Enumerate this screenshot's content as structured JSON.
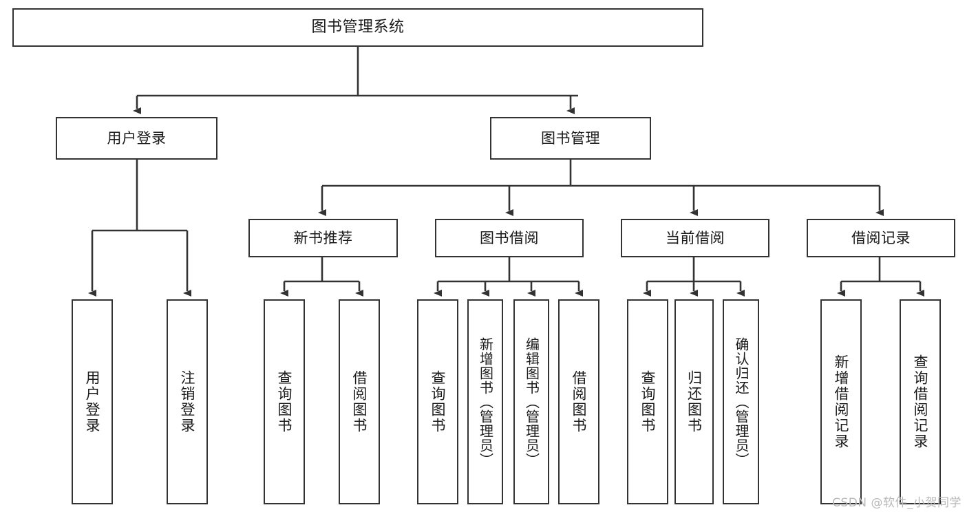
{
  "diagram": {
    "type": "tree",
    "title": "图书管理系统",
    "watermark": "CSDN @软件_小贺同学",
    "colors": {
      "stroke": "#333333",
      "fill": "#ffffff",
      "text": "#1a1a1a",
      "watermark": "#b9b9b9"
    },
    "nodes": {
      "root": {
        "label": "图书管理系统"
      },
      "level2": [
        {
          "id": "user-login",
          "label": "用户登录"
        },
        {
          "id": "book-manage",
          "label": "图书管理"
        }
      ],
      "level3": [
        {
          "id": "new-book-rec",
          "label": "新书推荐"
        },
        {
          "id": "book-borrow",
          "label": "图书借阅"
        },
        {
          "id": "current-borrow",
          "label": "当前借阅"
        },
        {
          "id": "borrow-record",
          "label": "借阅记录"
        }
      ],
      "leaves": {
        "user_login": [
          {
            "id": "leaf-user-login",
            "label": "用户登录"
          },
          {
            "id": "leaf-user-logout",
            "label": "注销登录"
          }
        ],
        "new_book_rec": [
          {
            "id": "leaf-query-book-1",
            "label": "查询图书"
          },
          {
            "id": "leaf-borrow-book-1",
            "label": "借阅图书"
          }
        ],
        "book_borrow": [
          {
            "id": "leaf-query-book-2",
            "label": "查询图书"
          },
          {
            "id": "leaf-add-book",
            "label": "新增图书（管理员）"
          },
          {
            "id": "leaf-edit-book",
            "label": "编辑图书（管理员）"
          },
          {
            "id": "leaf-borrow-book-2",
            "label": "借阅图书"
          }
        ],
        "current_borrow": [
          {
            "id": "leaf-query-book-3",
            "label": "查询图书"
          },
          {
            "id": "leaf-return-book",
            "label": "归还图书"
          },
          {
            "id": "leaf-confirm-return",
            "label": "确认归还（管理员）"
          }
        ],
        "borrow_record": [
          {
            "id": "leaf-add-record",
            "label": "新增借阅记录"
          },
          {
            "id": "leaf-query-record",
            "label": "查询借阅记录"
          }
        ]
      }
    }
  }
}
